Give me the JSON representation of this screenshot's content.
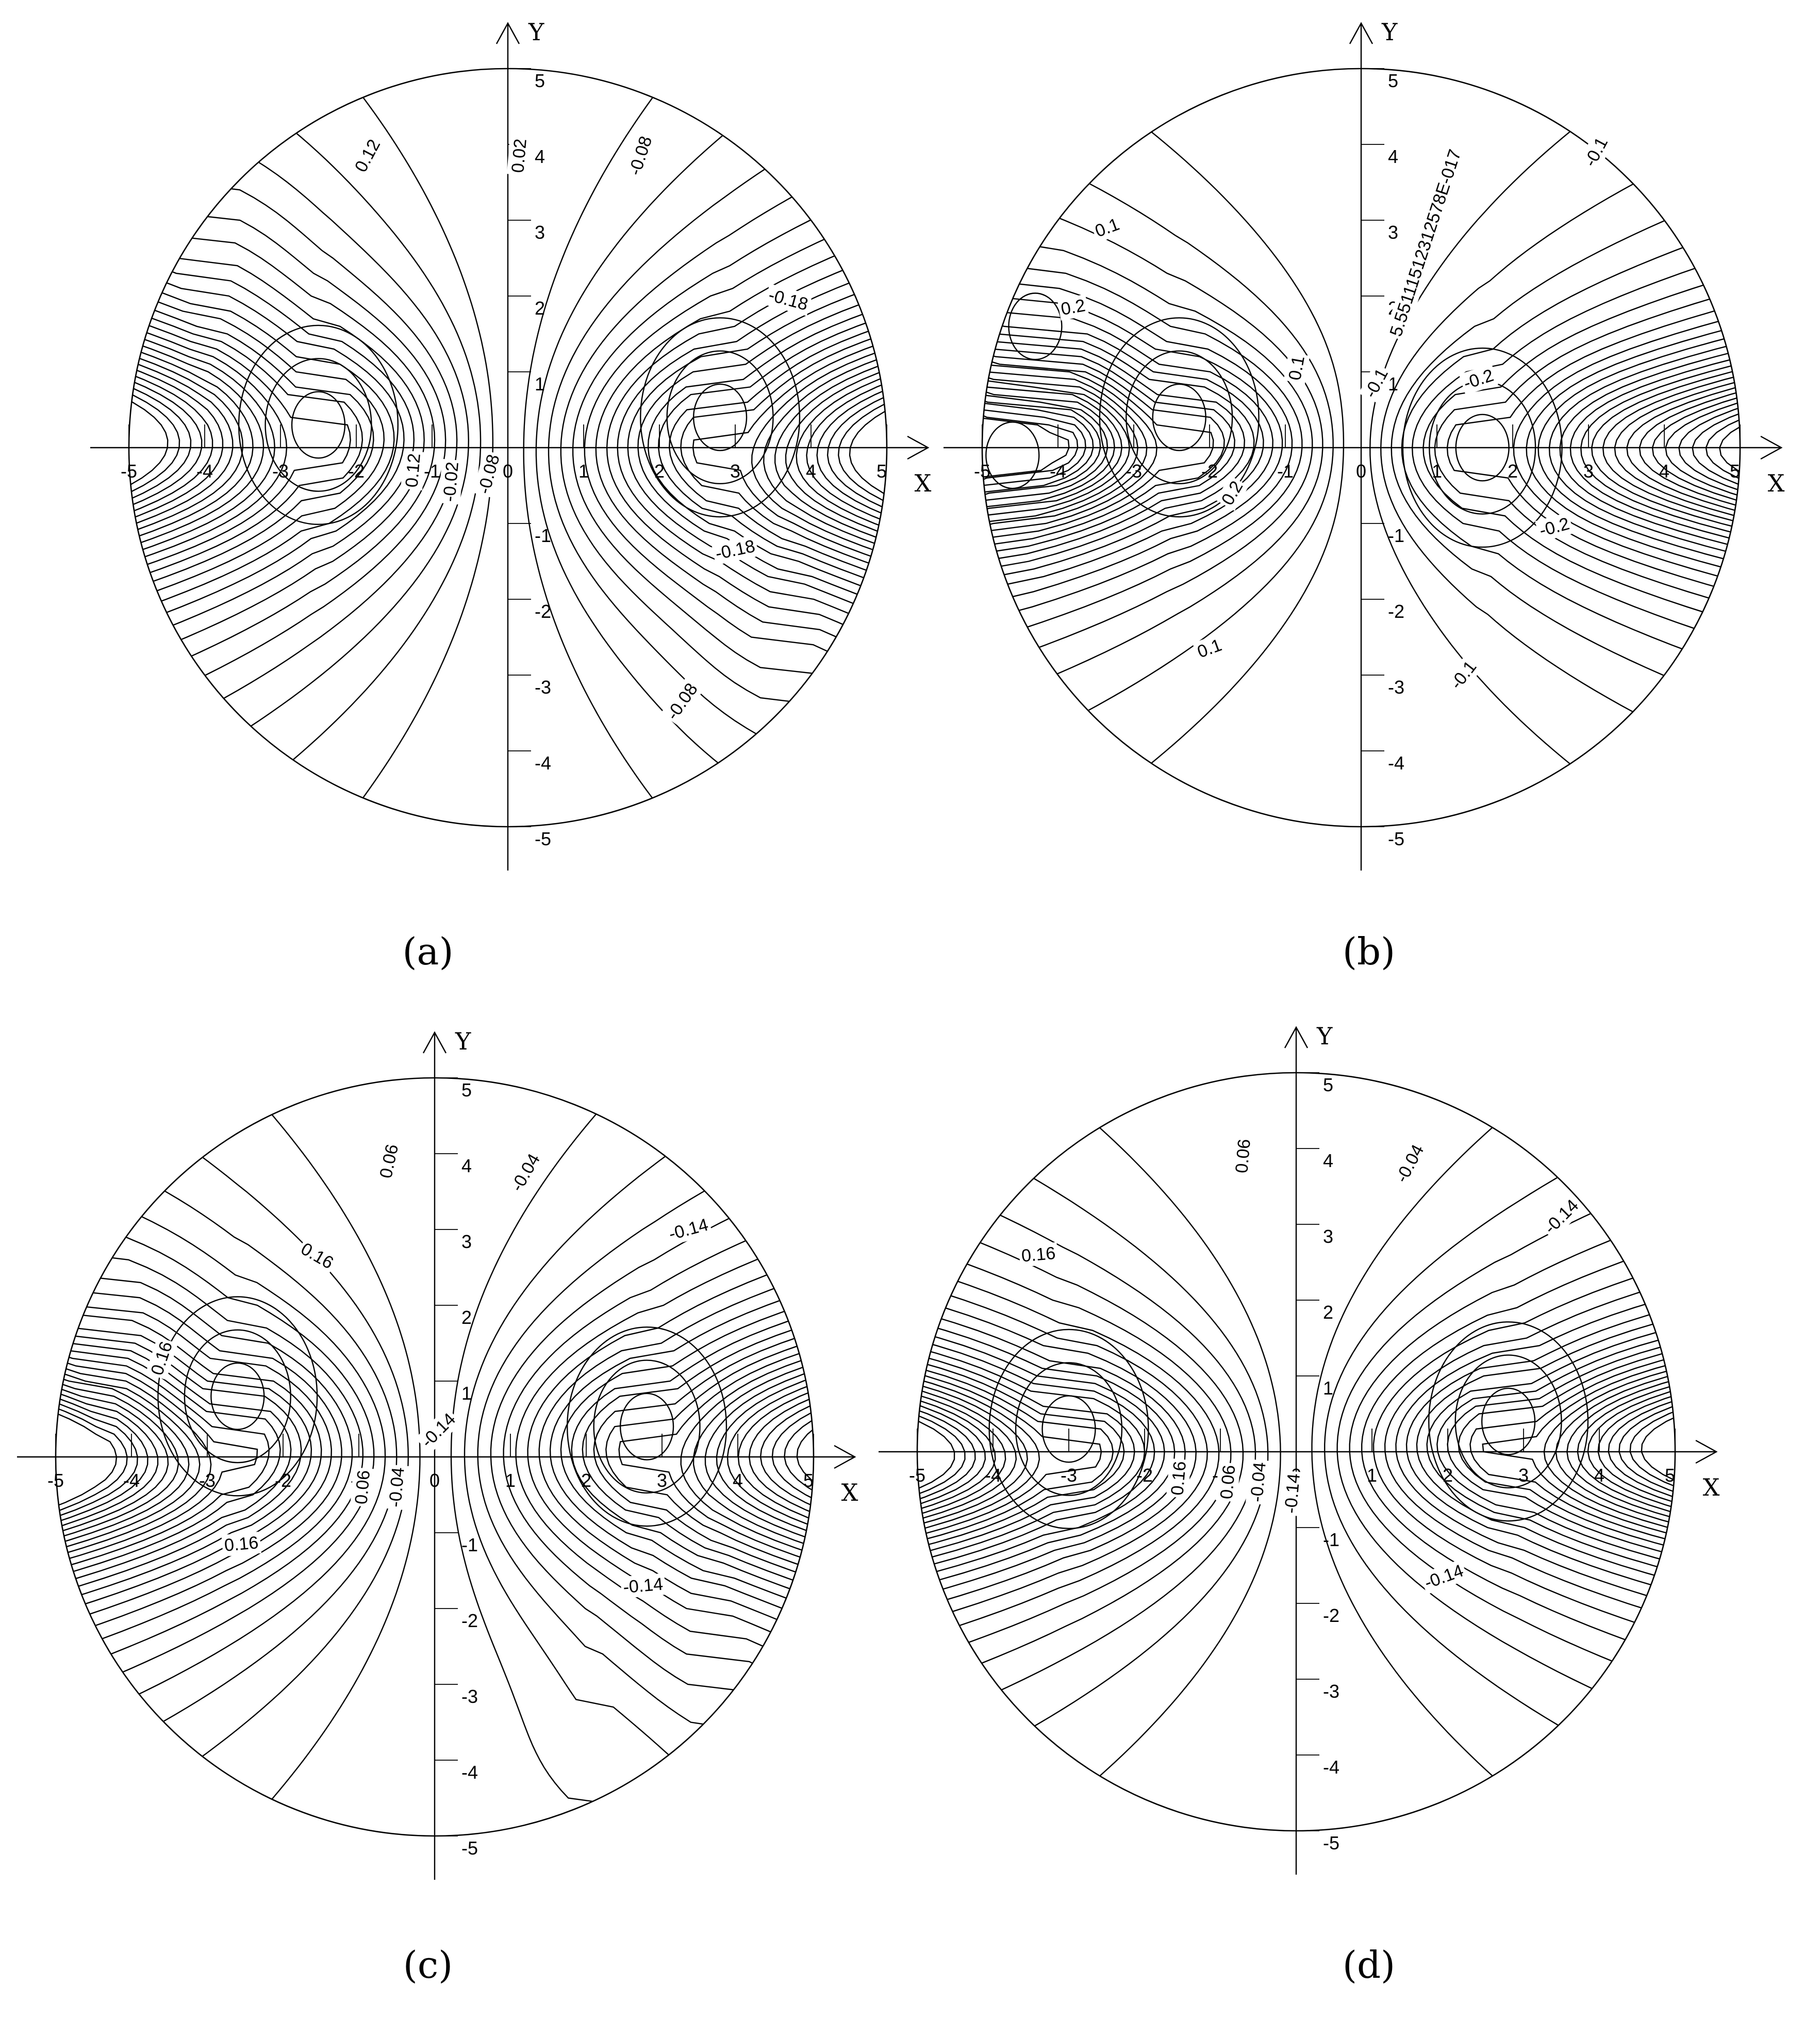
{
  "panels": [
    {
      "caption": "(a)",
      "x_axis_label": "X",
      "y_axis_label": "Y",
      "x_ticks": [
        "-5",
        "-4",
        "-3",
        "-2",
        "-1",
        "0",
        "1",
        "2",
        "3",
        "4",
        "5"
      ],
      "y_ticks": [
        "5",
        "4",
        "3",
        "2",
        "1",
        "-1",
        "-2",
        "-3",
        "-4",
        "-5"
      ],
      "contour_labels": [
        {
          "text": "0.12",
          "x": -1.85,
          "y": 3.85,
          "angle": -62
        },
        {
          "text": "0.02",
          "x": 0.15,
          "y": 3.85,
          "angle": -85
        },
        {
          "text": "-0.08",
          "x": 1.75,
          "y": 3.85,
          "angle": -72
        },
        {
          "text": "-0.18",
          "x": 3.7,
          "y": 1.95,
          "angle": 15
        },
        {
          "text": "0.12",
          "x": -1.25,
          "y": -0.3,
          "angle": -85
        },
        {
          "text": "-0.02",
          "x": -0.75,
          "y": -0.45,
          "angle": -85
        },
        {
          "text": "-0.08",
          "x": -0.25,
          "y": -0.35,
          "angle": -75
        },
        {
          "text": "-0.18",
          "x": 3.0,
          "y": -1.35,
          "angle": -12
        },
        {
          "text": "-0.08",
          "x": 2.3,
          "y": -3.35,
          "angle": -55
        }
      ]
    },
    {
      "caption": "(b)",
      "x_axis_label": "X",
      "y_axis_label": "Y",
      "x_ticks": [
        "-5",
        "-4",
        "-3",
        "-2",
        "-1",
        "0",
        "1",
        "2",
        "3",
        "4",
        "5"
      ],
      "y_ticks": [
        "5",
        "4",
        "3",
        "2",
        "1",
        "-1",
        "-2",
        "-3",
        "-4",
        "-5"
      ],
      "contour_labels": [
        {
          "text": "0.1",
          "x": -3.35,
          "y": 2.9,
          "angle": -20
        },
        {
          "text": "0.2",
          "x": -3.8,
          "y": 1.85,
          "angle": -10
        },
        {
          "text": "-0.1",
          "x": 3.1,
          "y": 3.9,
          "angle": -62
        },
        {
          "text": "5.55111512312578E-017",
          "x": 0.85,
          "y": 2.7,
          "angle": -72
        },
        {
          "text": "0.1",
          "x": -0.85,
          "y": 1.05,
          "angle": -80
        },
        {
          "text": "-0.1",
          "x": 0.2,
          "y": 0.85,
          "angle": -62
        },
        {
          "text": "-0.2",
          "x": 1.55,
          "y": 0.9,
          "angle": -18
        },
        {
          "text": "-0.2",
          "x": 2.55,
          "y": -1.05,
          "angle": -15
        },
        {
          "text": "0.2",
          "x": -1.7,
          "y": -0.6,
          "angle": -60
        },
        {
          "text": "0.1",
          "x": -2.0,
          "y": -2.65,
          "angle": -20
        },
        {
          "text": "-0.1",
          "x": 1.35,
          "y": -3.0,
          "angle": -52
        }
      ]
    },
    {
      "caption": "(c)",
      "x_axis_label": "X",
      "y_axis_label": "Y",
      "x_ticks": [
        "-5",
        "-4",
        "-3",
        "-2",
        "-1",
        "0",
        "1",
        "2",
        "3",
        "4",
        "5"
      ],
      "y_ticks": [
        "5",
        "4",
        "3",
        "2",
        "1",
        "-1",
        "-2",
        "-3",
        "-4",
        "-5"
      ],
      "contour_labels": [
        {
          "text": "0.06",
          "x": -0.6,
          "y": 3.9,
          "angle": -78
        },
        {
          "text": "-0.04",
          "x": 1.2,
          "y": 3.75,
          "angle": -60
        },
        {
          "text": "-0.14",
          "x": 3.35,
          "y": 3.0,
          "angle": -15
        },
        {
          "text": "0.16",
          "x": -1.55,
          "y": 2.65,
          "angle": 30
        },
        {
          "text": "0.16",
          "x": -3.6,
          "y": 1.3,
          "angle": -72
        },
        {
          "text": "0.16",
          "x": -2.55,
          "y": -1.15,
          "angle": -5
        },
        {
          "text": "-0.14",
          "x": 0.05,
          "y": 0.35,
          "angle": -45
        },
        {
          "text": "0.06",
          "x": -0.95,
          "y": -0.4,
          "angle": -85
        },
        {
          "text": "-0.04",
          "x": -0.5,
          "y": -0.4,
          "angle": -85
        },
        {
          "text": "-0.14",
          "x": 2.75,
          "y": -1.7,
          "angle": -5
        }
      ]
    },
    {
      "caption": "(d)",
      "x_axis_label": "X",
      "y_axis_label": "Y",
      "x_ticks": [
        "-5",
        "-4",
        "-3",
        "-2",
        "-1",
        "0",
        "1",
        "2",
        "3",
        "4",
        "5"
      ],
      "y_ticks": [
        "5",
        "4",
        "3",
        "2",
        "1",
        "-1",
        "-2",
        "-3",
        "-4",
        "-5"
      ],
      "contour_labels": [
        {
          "text": "0.06",
          "x": -0.7,
          "y": 3.9,
          "angle": -85
        },
        {
          "text": "-0.04",
          "x": 1.5,
          "y": 3.8,
          "angle": -62
        },
        {
          "text": "-0.14",
          "x": 3.5,
          "y": 3.1,
          "angle": -45
        },
        {
          "text": "0.16",
          "x": -3.4,
          "y": 2.6,
          "angle": -5
        },
        {
          "text": "0.16",
          "x": -1.55,
          "y": -0.35,
          "angle": -85
        },
        {
          "text": "0.06",
          "x": -0.9,
          "y": -0.4,
          "angle": -85
        },
        {
          "text": "-0.04",
          "x": -0.5,
          "y": -0.4,
          "angle": -85
        },
        {
          "text": "-0.14",
          "x": -0.05,
          "y": -0.55,
          "angle": -85
        },
        {
          "text": "-0.14",
          "x": 1.95,
          "y": -1.65,
          "angle": -20
        }
      ]
    }
  ]
}
